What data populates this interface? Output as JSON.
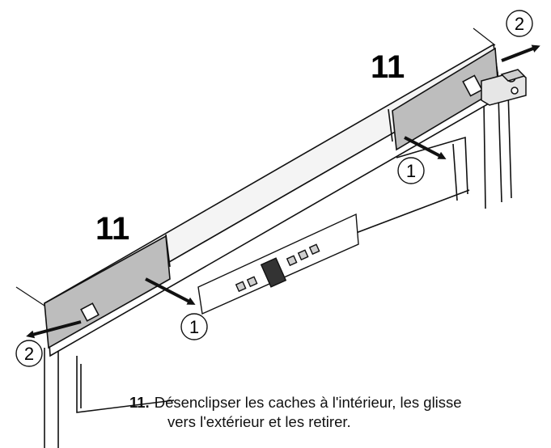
{
  "diagram": {
    "part_label_left": "11",
    "part_label_right": "11",
    "step1_left": "1",
    "step1_right": "1",
    "step2_left": "2",
    "step2_right": "2"
  },
  "instruction": {
    "number": "11.",
    "line1": "Désenclipser les caches à l'intérieur, les glisse",
    "line2": "vers l'extérieur et les retirer."
  }
}
